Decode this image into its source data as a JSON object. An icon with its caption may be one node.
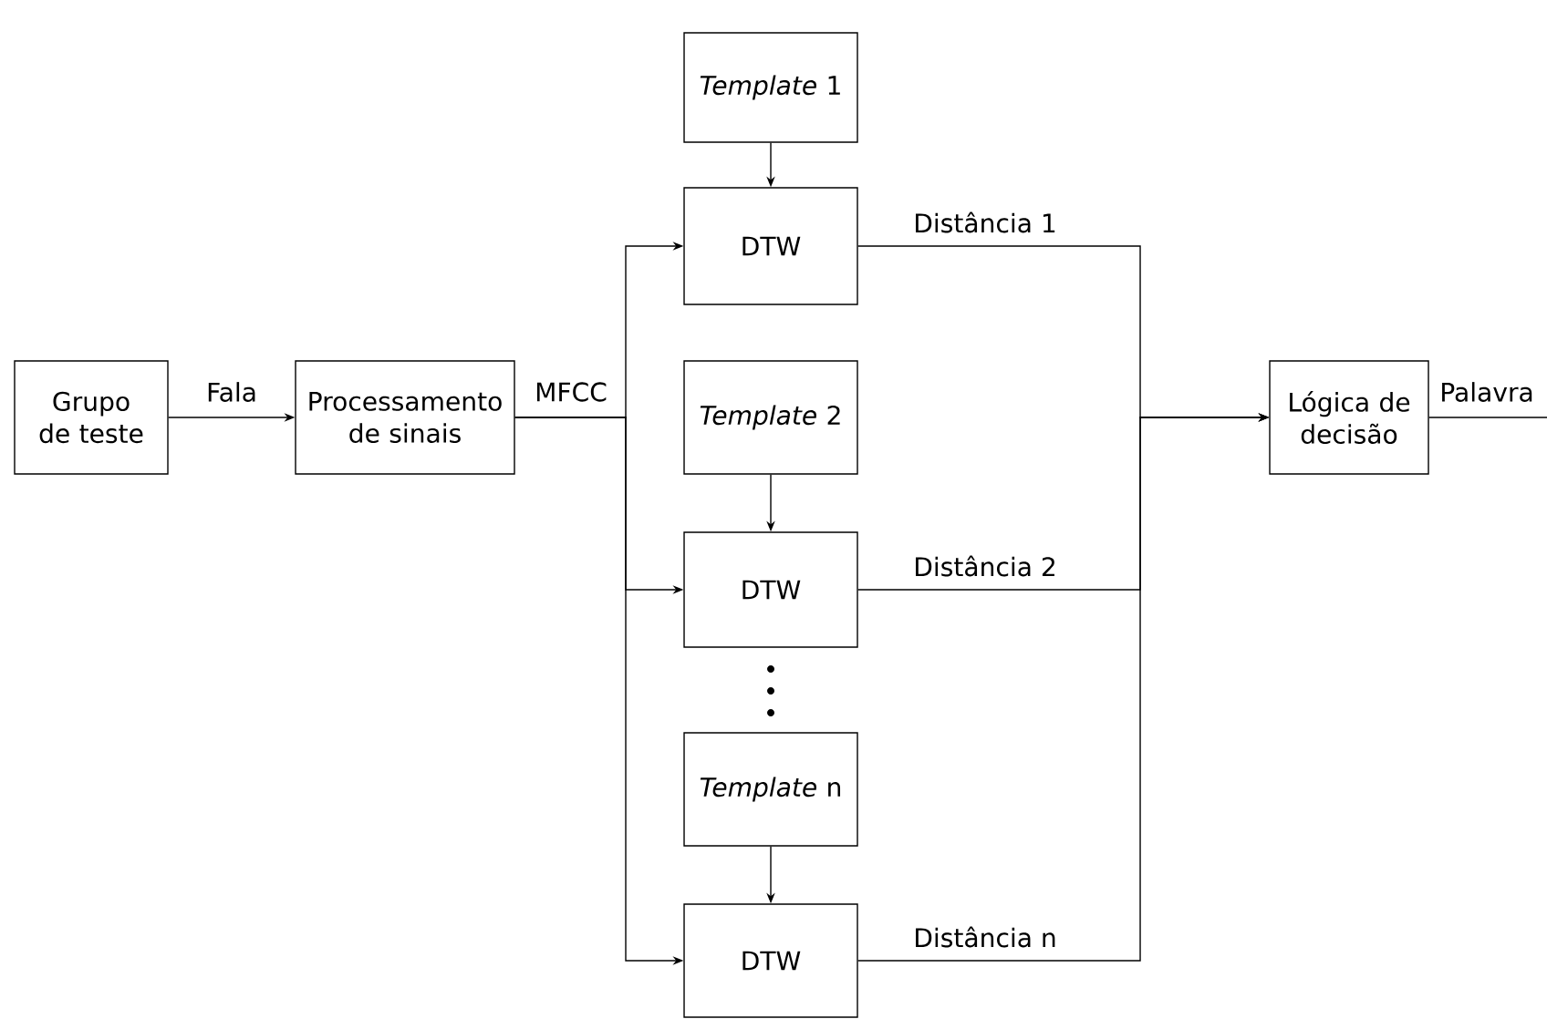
{
  "diagram": {
    "nodes": [
      {
        "text": [
          "Grupo de teste"
        ]
      },
      {
        "text": [
          "Processamento de sinais"
        ]
      },
      {
        "text": [
          "*Template* 1"
        ]
      },
      {
        "text": [
          "DTW"
        ]
      },
      {
        "text": [
          "*Template* 2"
        ]
      },
      {
        "text": [
          "DTW"
        ]
      },
      {
        "text": [
          "*Template* n"
        ]
      },
      {
        "text": [
          "DTW"
        ]
      },
      {
        "text": [
          "Lógica de decisão"
        ]
      }
    ],
    "edges": [
      {
        "from": 0,
        "to": 1,
        "arrow": "to",
        "label": "Fala"
      },
      {
        "from": 1,
        "to": 3,
        "arrow": "to",
        "label": "MFCC"
      },
      {
        "from": 1,
        "to": 5,
        "arrow": "to"
      },
      {
        "from": 1,
        "to": 7,
        "arrow": "to"
      },
      {
        "from": 2,
        "to": 3,
        "arrow": "to"
      },
      {
        "from": 4,
        "to": 5,
        "arrow": "to"
      },
      {
        "from": 6,
        "to": 7,
        "arrow": "to"
      },
      {
        "from": 3,
        "to": 8,
        "arrow": "to",
        "label": "Distância 1"
      },
      {
        "from": 5,
        "to": 8,
        "arrow": "to",
        "label": "Distância 2"
      },
      {
        "from": 7,
        "to": 8,
        "arrow": "to",
        "label": "Distância n"
      },
      {
        "from": 8,
        "to": null,
        "arrow": "none",
        "label": "Palavra"
      }
    ]
  }
}
